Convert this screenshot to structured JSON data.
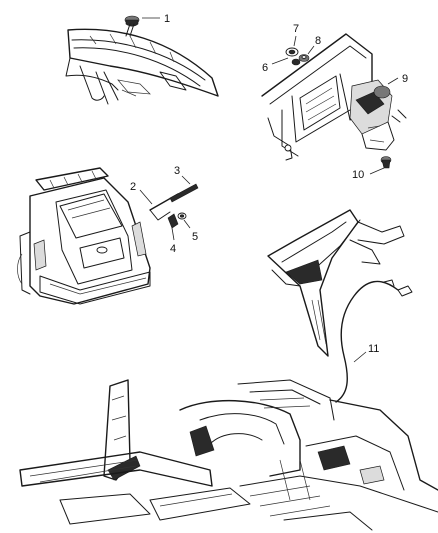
{
  "diagram": {
    "callouts": [
      {
        "id": "1",
        "label": "1"
      },
      {
        "id": "2",
        "label": "2"
      },
      {
        "id": "3",
        "label": "3"
      },
      {
        "id": "4",
        "label": "4"
      },
      {
        "id": "5",
        "label": "5"
      },
      {
        "id": "6",
        "label": "6"
      },
      {
        "id": "7",
        "label": "7"
      },
      {
        "id": "8",
        "label": "8"
      },
      {
        "id": "9",
        "label": "9"
      },
      {
        "id": "10",
        "label": "10"
      },
      {
        "id": "11",
        "label": "11"
      }
    ],
    "views": [
      {
        "id": "antenna-mount-detail"
      },
      {
        "id": "liftgate-motor-detail"
      },
      {
        "id": "vehicle-rear-view"
      },
      {
        "id": "d-pillar-harness-view"
      },
      {
        "id": "body-floor-view"
      }
    ]
  }
}
